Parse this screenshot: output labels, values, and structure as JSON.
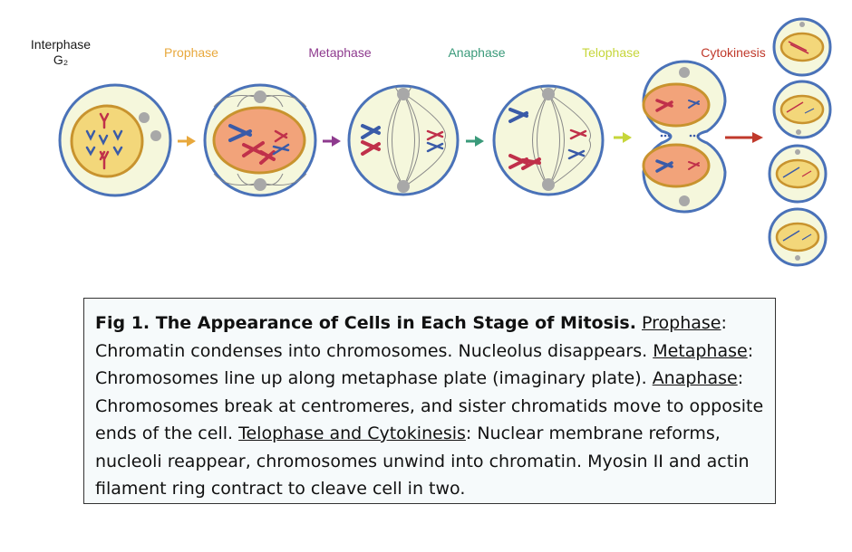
{
  "stages": {
    "interphase": "Interphase",
    "g2": "G₂",
    "prophase": "Prophase",
    "metaphase": "Metaphase",
    "anaphase": "Anaphase",
    "telophase": "Telophase",
    "cytokinesis": "Cytokinesis"
  },
  "colors": {
    "interphase": "#1a1a1a",
    "prophase": "#e8a83c",
    "metaphase": "#8e3a8e",
    "anaphase": "#3a9a7a",
    "telophase": "#c6d63a",
    "cytokinesis": "#c0392b",
    "cell_border": "#4a72b8",
    "cytoplasm": "#f5f7dc",
    "nucleus": "#f2a37a",
    "nucleus_interphase": "#f3d77a",
    "nucleus_border": "#c8932e",
    "chromosome_blue": "#3a5ba8",
    "chromosome_red": "#c0304a",
    "centrosome": "#a8a8a8",
    "caption_bg": "#f6fafb"
  },
  "caption": {
    "title": "Fig 1. The Appearance of Cells in Each Stage of Mitosis.",
    "prophase_term": "Prophase",
    "prophase_text": ": Chromatin condenses into chromosomes. Nucleolus disappears.",
    "metaphase_term": "Metaphase",
    "metaphase_text": ": Chromosomes line up along metaphase plate (imaginary plate).",
    "anaphase_term": "Anaphase",
    "anaphase_text": ": Chromosomes break at centromeres, and sister chromatids move to opposite ends of the cell.",
    "telophase_term": "Telophase and Cytokinesis",
    "telophase_text": ": Nuclear membrane reforms, nucleoli reappear, chromosomes unwind into chromatin. Myosin II and actin filament ring contract to cleave cell in two."
  }
}
